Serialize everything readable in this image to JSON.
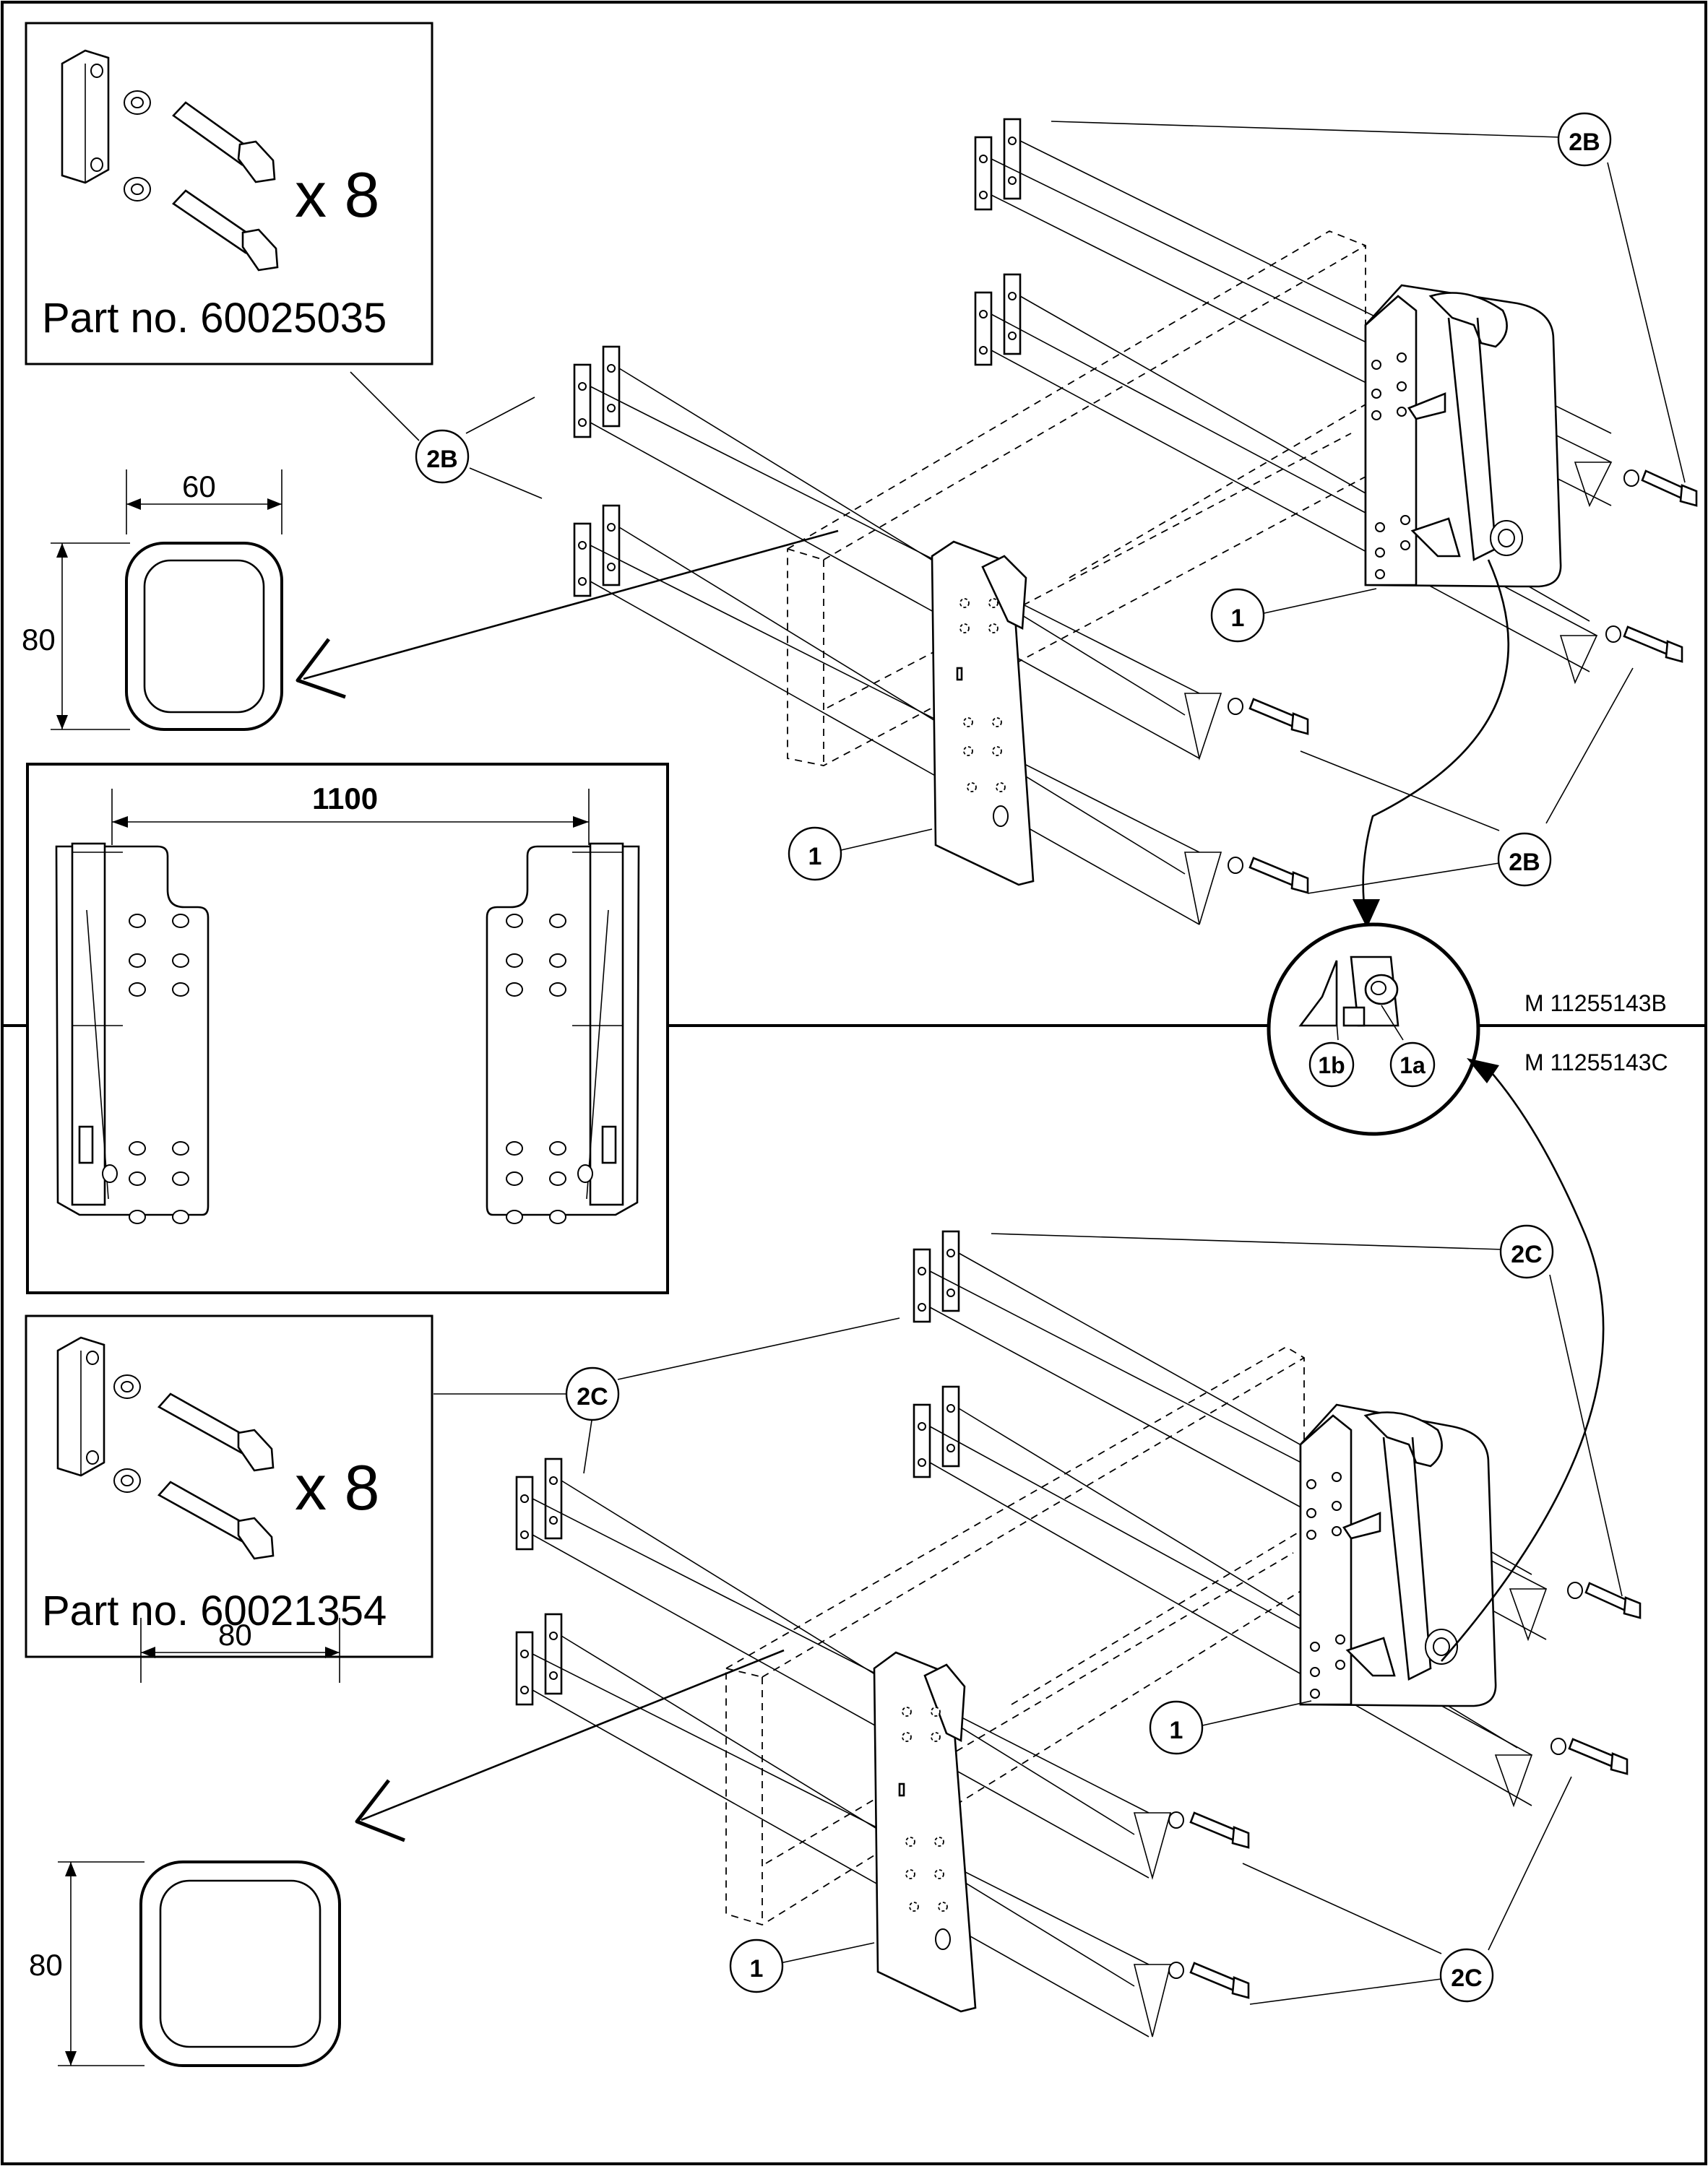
{
  "kits": [
    {
      "part_no": "Part no. 60025035",
      "qty": "x 8"
    },
    {
      "part_no": "Part no. 60021354",
      "qty": "x 8"
    }
  ],
  "sections": [
    {
      "width_dim": "60",
      "height_dim": "80"
    },
    {
      "width_dim": "80",
      "height_dim": "80"
    }
  ],
  "spacing_dim": "1100",
  "callouts": {
    "kit_b": "2B",
    "kit_c": "2C",
    "bracket": "1",
    "lock_nut": "1a",
    "lock_pin": "1b"
  },
  "refs": {
    "upper": "M 11255143B",
    "lower": "M 11255143C"
  }
}
